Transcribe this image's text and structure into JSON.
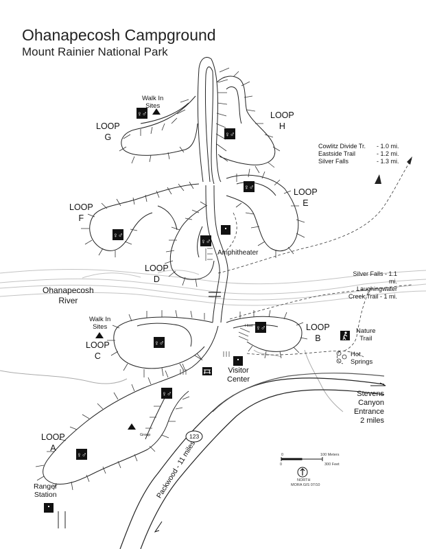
{
  "title": "Ohanapecosh Campground",
  "subtitle": "Mount Rainier National Park",
  "loops": {
    "a": {
      "line1": "LOOP",
      "line2": "A"
    },
    "b": {
      "line1": "LOOP",
      "line2": "B"
    },
    "c": {
      "line1": "LOOP",
      "line2": "C"
    },
    "d": {
      "line1": "LOOP",
      "line2": "D"
    },
    "e": {
      "line1": "LOOP",
      "line2": "E"
    },
    "f": {
      "line1": "LOOP",
      "line2": "F"
    },
    "g": {
      "line1": "LOOP",
      "line2": "G"
    },
    "h": {
      "line1": "LOOP",
      "line2": "H"
    }
  },
  "labels": {
    "walk_in_sites_top": [
      "Walk In",
      "Sites"
    ],
    "walk_in_sites_c": [
      "Walk In",
      "Sites"
    ],
    "amphitheater": "Amphitheater",
    "river": [
      "Ohanapecosh",
      "River"
    ],
    "visitor_center": [
      "Visitor",
      "Center"
    ],
    "nature_trail": [
      "Nature",
      "Trail"
    ],
    "hot_springs": [
      "Hot",
      "Springs"
    ],
    "stevens_canyon": [
      "Stevens",
      "Canyon",
      "Entrance",
      "2 miles"
    ],
    "packwood": "Packwood - 11 miles",
    "ranger_station": [
      "Ranger",
      "Station"
    ],
    "route": "123",
    "group": "Group",
    "host": "Host"
  },
  "trails_top": [
    {
      "name": "Cowlitz Divide Tr.",
      "dist": "- 1.0 mi."
    },
    {
      "name": "Eastside Trail",
      "dist": "- 1.2 mi."
    },
    {
      "name": "Silver Falls",
      "dist": "- 1.3 mi."
    }
  ],
  "trails_mid": [
    "Silver Falls - 1.1 mi.",
    "Laughingwater",
    "Creek Trail - 1 mi."
  ],
  "scale": {
    "meters": "100 Meters",
    "feet": "300 Feet",
    "zero_m": "0",
    "zero_f": "0",
    "north": "NORTH",
    "credit": "MORA GIS 07/10"
  },
  "icons": [
    "restroom-icon",
    "tent-icon",
    "info-icon",
    "trail-hiker-icon",
    "north-arrow-icon",
    "picnic-icon"
  ]
}
